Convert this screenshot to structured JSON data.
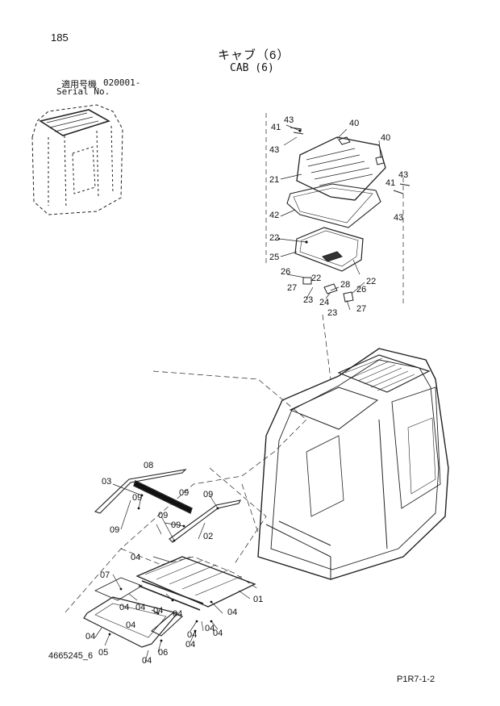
{
  "page": {
    "number": "185",
    "title_jp": "キャブ（6）",
    "title_en": "CAB (6)",
    "serial_label_jp": "適用号機",
    "serial_code": "020001-",
    "serial_label_en": "Serial No.",
    "drawing_number": "4665245_6",
    "page_code": "P1R7-1-2"
  },
  "part_labels": [
    {
      "id": "43",
      "text": "43"
    },
    {
      "id": "41",
      "text": "41"
    },
    {
      "id": "43",
      "text": "43"
    },
    {
      "id": "40",
      "text": "40"
    },
    {
      "id": "40",
      "text": "40"
    },
    {
      "id": "21",
      "text": "21"
    },
    {
      "id": "43",
      "text": "43"
    },
    {
      "id": "41",
      "text": "41"
    },
    {
      "id": "43",
      "text": "43"
    },
    {
      "id": "42",
      "text": "42"
    },
    {
      "id": "22",
      "text": "22"
    },
    {
      "id": "25",
      "text": "25"
    },
    {
      "id": "22",
      "text": "22"
    },
    {
      "id": "26",
      "text": "26"
    },
    {
      "id": "22",
      "text": "22"
    },
    {
      "id": "28",
      "text": "28"
    },
    {
      "id": "26",
      "text": "26"
    },
    {
      "id": "27",
      "text": "27"
    },
    {
      "id": "23",
      "text": "23"
    },
    {
      "id": "24",
      "text": "24"
    },
    {
      "id": "27",
      "text": "27"
    },
    {
      "id": "23",
      "text": "23"
    },
    {
      "id": "08",
      "text": "08"
    },
    {
      "id": "03",
      "text": "03"
    },
    {
      "id": "09",
      "text": "09"
    },
    {
      "id": "09",
      "text": "09"
    },
    {
      "id": "09",
      "text": "09"
    },
    {
      "id": "09",
      "text": "09"
    },
    {
      "id": "09",
      "text": "09"
    },
    {
      "id": "09",
      "text": "09"
    },
    {
      "id": "02",
      "text": "02"
    },
    {
      "id": "04",
      "text": "04"
    },
    {
      "id": "07",
      "text": "07"
    },
    {
      "id": "04",
      "text": "04"
    },
    {
      "id": "04",
      "text": "04"
    },
    {
      "id": "04",
      "text": "04"
    },
    {
      "id": "01",
      "text": "01"
    },
    {
      "id": "04",
      "text": "04"
    },
    {
      "id": "04",
      "text": "04"
    },
    {
      "id": "04",
      "text": "04"
    },
    {
      "id": "04",
      "text": "04"
    },
    {
      "id": "04",
      "text": "04"
    },
    {
      "id": "05",
      "text": "05"
    },
    {
      "id": "06",
      "text": "06"
    },
    {
      "id": "04",
      "text": "04"
    },
    {
      "id": "04",
      "text": "04"
    },
    {
      "id": "04",
      "text": "04"
    },
    {
      "id": "04",
      "text": "04"
    }
  ]
}
